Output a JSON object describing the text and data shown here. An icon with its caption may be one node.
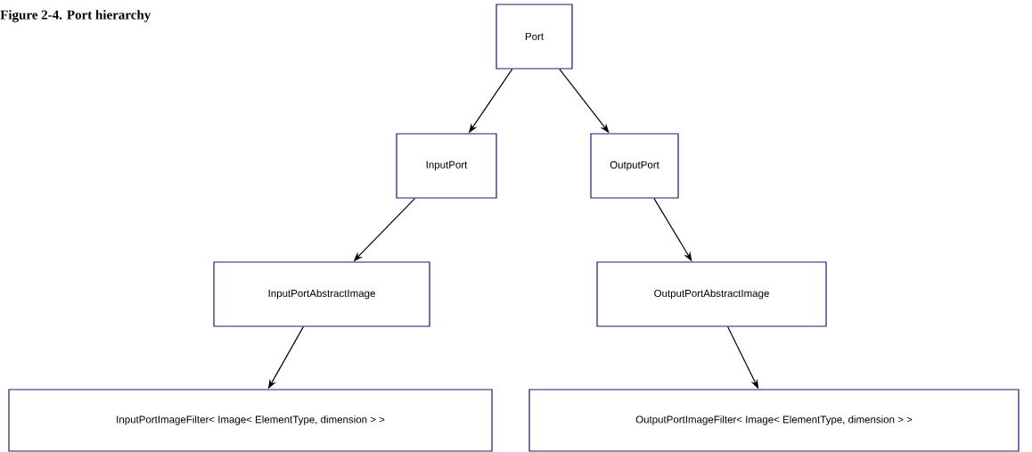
{
  "diagram": {
    "title": "Figure 2-4. Port hierarchy",
    "nodes": [
      {
        "text": [
          "Port"
        ]
      },
      {
        "text": [
          "InputPort"
        ]
      },
      {
        "text": [
          "OutputPort"
        ]
      },
      {
        "text": [
          "InputPortAbstractImage"
        ]
      },
      {
        "text": [
          "OutputPortAbstractImage"
        ]
      },
      {
        "text": [
          "InputPortImageFilter< Image< ElementType, dimension > >"
        ]
      },
      {
        "text": [
          "OutputPortImageFilter< Image< ElementType, dimension > >"
        ]
      }
    ],
    "edges": [
      {
        "from": 0,
        "to": 1,
        "arrow": "to"
      },
      {
        "from": 0,
        "to": 2,
        "arrow": "to"
      },
      {
        "from": 1,
        "to": 3,
        "arrow": "to"
      },
      {
        "from": 2,
        "to": 4,
        "arrow": "to"
      },
      {
        "from": 3,
        "to": 5,
        "arrow": "to"
      },
      {
        "from": 4,
        "to": 6,
        "arrow": "to"
      }
    ]
  }
}
